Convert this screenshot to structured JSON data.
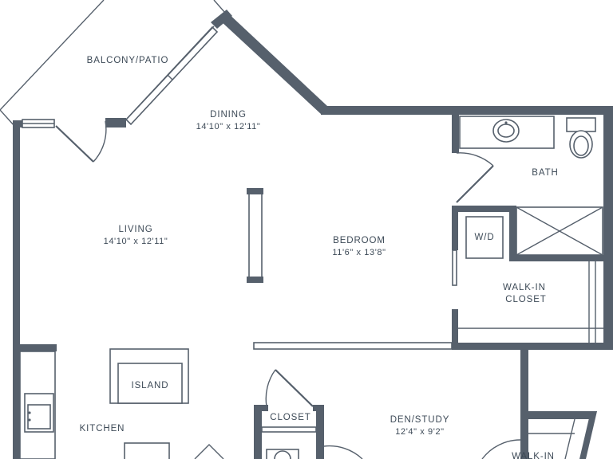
{
  "rooms": {
    "balcony": {
      "name": "BALCONY/PATIO"
    },
    "dining": {
      "name": "DINING",
      "size": "14'10\" x 12'11\""
    },
    "living": {
      "name": "LIVING",
      "size": "14'10\" x 12'11\""
    },
    "bedroom": {
      "name": "BEDROOM",
      "size": "11'6\" x 13'8\""
    },
    "bath": {
      "name": "BATH"
    },
    "laundry": {
      "name": "W/D"
    },
    "walkin_closet": {
      "name": "WALK-IN CLOSET"
    },
    "island": {
      "name": "ISLAND"
    },
    "kitchen": {
      "name": "KITCHEN"
    },
    "closet": {
      "name": "CLOSET"
    },
    "den": {
      "name": "DEN/STUDY",
      "size": "12'4\" x 9'2\""
    },
    "walkin_partial": {
      "name": "WALK-IN"
    }
  },
  "colors": {
    "wall": "#56606c",
    "text": "#3d4a57",
    "background": "#ffffff"
  }
}
